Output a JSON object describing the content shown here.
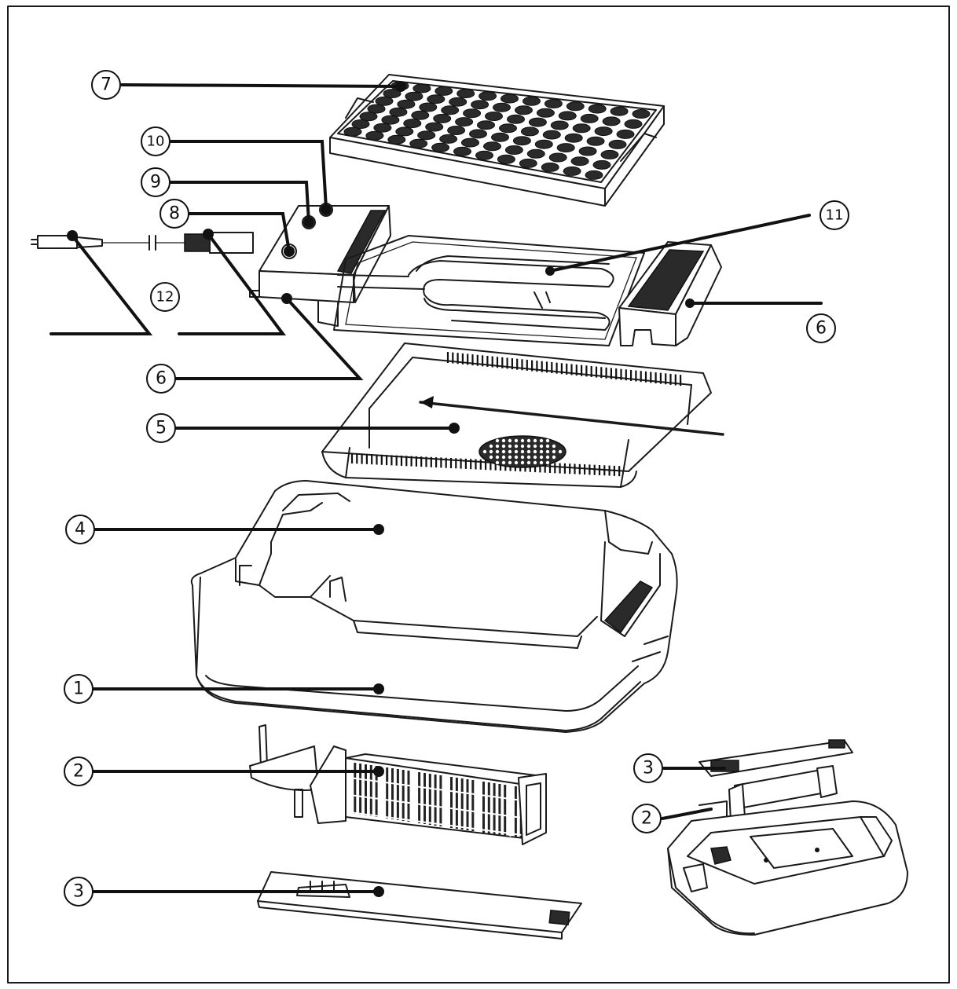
{
  "callouts": [
    {
      "id": "c7",
      "label": "7"
    },
    {
      "id": "c10",
      "label": "10"
    },
    {
      "id": "c9",
      "label": "9"
    },
    {
      "id": "c8",
      "label": "8"
    },
    {
      "id": "c11",
      "label": "11"
    },
    {
      "id": "c12",
      "label": "12"
    },
    {
      "id": "c6a",
      "label": "6"
    },
    {
      "id": "c6b",
      "label": "6"
    },
    {
      "id": "c5",
      "label": "5"
    },
    {
      "id": "c4",
      "label": "4"
    },
    {
      "id": "c1",
      "label": "1"
    },
    {
      "id": "c2a",
      "label": "2"
    },
    {
      "id": "c3a",
      "label": "3"
    },
    {
      "id": "c3b",
      "label": "3"
    },
    {
      "id": "c2b",
      "label": "2"
    }
  ]
}
